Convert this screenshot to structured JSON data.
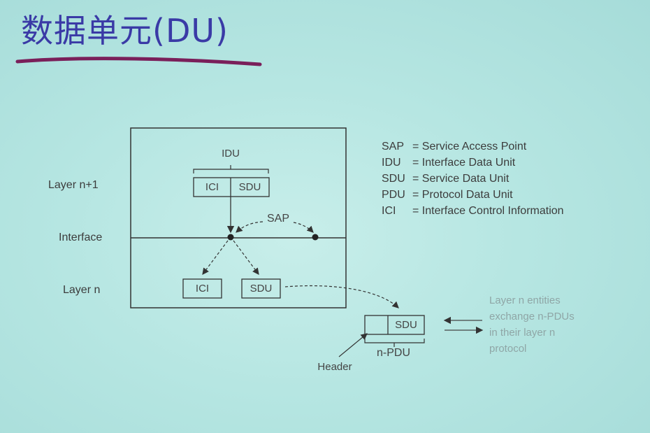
{
  "title": "数据单元(DU)",
  "colors": {
    "title": "#3a3aa6",
    "underline": "#7a1f5a",
    "line": "#333333",
    "faint_text": "#8fa6a6"
  },
  "diagram": {
    "idu_label": "IDU",
    "ici_label": "ICI",
    "sdu_label": "SDU",
    "sap_label": "SAP",
    "npdu_label": "n-PDU",
    "header_label": "Header",
    "row_labels": {
      "layer_n_plus_1": "Layer n+1",
      "interface": "Interface",
      "layer_n": "Layer n"
    },
    "side_note": [
      "Layer n entities",
      "exchange n-PDUs",
      "in their layer n",
      "protocol"
    ]
  },
  "legend": [
    {
      "abbr": "SAP",
      "def": "= Service Access Point"
    },
    {
      "abbr": "IDU",
      "def": "= Interface Data Unit"
    },
    {
      "abbr": "SDU",
      "def": "= Service Data Unit"
    },
    {
      "abbr": "PDU",
      "def": "= Protocol Data Unit"
    },
    {
      "abbr": "ICI",
      "def": "= Interface Control Information"
    }
  ]
}
